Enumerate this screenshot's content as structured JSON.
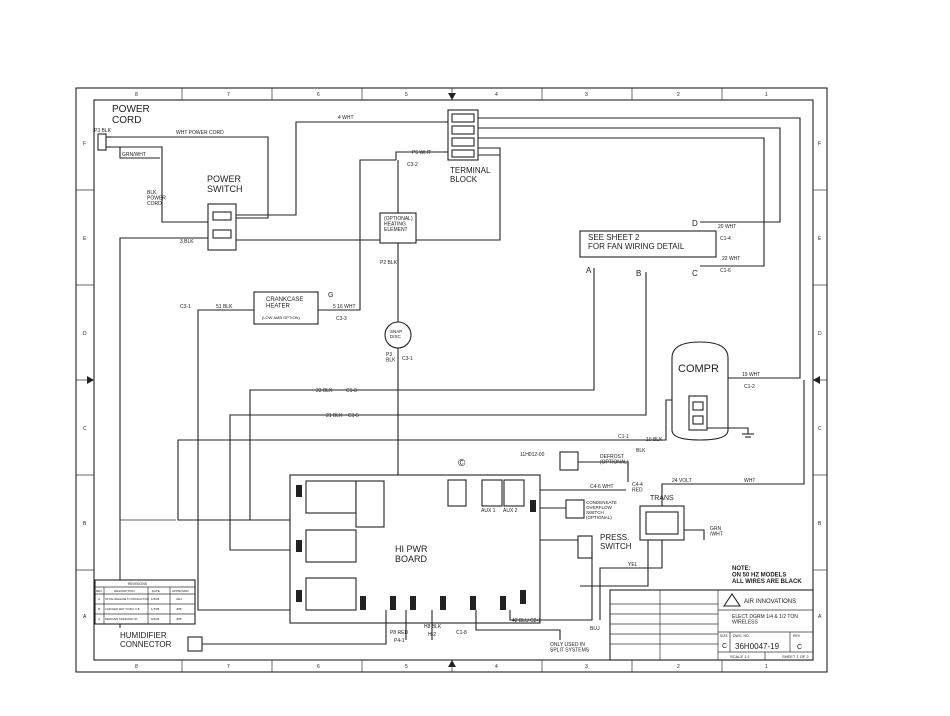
{
  "title_labels": {
    "power_cord": "POWER\nCORD",
    "power_switch": "POWER\nSWITCH",
    "terminal_block": "TERMINAL\nBLOCK",
    "crankcase_heater": "CRANKCASE\nHEATER",
    "crankcase_heater_sub": "(LOW AMB OPTION)",
    "heating_element": "(OPTIONAL)\nHEATING\nELEMENT",
    "snap_disc": "SNAP\nDISC",
    "see_sheet": "SEE SHEET 2\nFOR FAN WIRING DETAIL",
    "compr": "COMPR",
    "hi_pwr_board": "HI PWR\nBOARD",
    "trans": "TRANS",
    "press_switch": "PRESS.\nSWITCH",
    "condensate_switch": "CONDENSATE\nOVERFLOW\nSWITCH\n(OPTIONAL)",
    "defrost": "DEFROST\n(OPTIONAL)",
    "humidifier": "HUMIDIFIER\nCONNECTOR",
    "note": "NOTE:\nON 50 HZ MODELS\nALL WIRES ARE BLACK",
    "only_used": "ONLY USED IN\nSPLIT SYSTEMS",
    "part_11h": "11H012-00",
    "copyright": "©"
  },
  "wire_labels": {
    "p3_blk": "P3 BLK",
    "wht_power_cord": "WHT POWER CORD",
    "grn_wht": "GRN/WHT",
    "blk_power_cord": "BLK\nPOWER\nCORD",
    "three_blk": "3 BLK",
    "four_wht": "4 WHT",
    "p5_wht": "P5 WHT",
    "c3_2": "C3-2",
    "p2_blk": "P2 BLK",
    "c3_3": "C3-3",
    "fiftyone_blk": "51 BLK",
    "fivesixteen_wht": "5 16 WHT",
    "c3_1a": "C3-1",
    "p3_blk_b": "P3\nBLK",
    "c3_1b": "C3-1",
    "twentythree_blk": "23 BLK",
    "c1_3": "C1-3",
    "twentyone_blk": "21 BLK",
    "c1_5": "C1-5",
    "c1_1": "C1-1",
    "ten_blk": "10 BLK",
    "twenty_wht": "20 WHT",
    "c1_4": "C1-4",
    "twentytwo_wht": "22 WHT",
    "c1_6": "C1-6",
    "nineteen_wht": "19 WHT",
    "c1_2": "C1-2",
    "c4_6_wht": "C4-6 WHT",
    "c4_4_red": "C4-4\nRED",
    "blk": "BLK",
    "twentyfour_volt": "24 VOLT",
    "wht": "WHT",
    "grn_wht_b": "GRN\n/WHT",
    "yel": "YEL",
    "blu": "BLU",
    "p8_red": "P8 RED",
    "p4_1": "P4-1",
    "h8_blk": "H8 BLK",
    "h_2": "H-2",
    "c1_8": "C1-8",
    "forty_two_blu": "42 BLU C2-1",
    "d": "D",
    "a": "A",
    "b": "B",
    "c": "C",
    "g": "G"
  },
  "border_numbers": {
    "top": [
      "8",
      "7",
      "6",
      "5",
      "4",
      "3",
      "2",
      "1"
    ],
    "bottom": [
      "8",
      "7",
      "6",
      "5",
      "4",
      "3",
      "2",
      "1"
    ],
    "left": [
      "F",
      "E",
      "D",
      "C",
      "B",
      "A"
    ],
    "right": [
      "F",
      "E",
      "D",
      "C",
      "B",
      "A"
    ]
  },
  "revisions": {
    "header": "REVISIONS",
    "columns": [
      "REV",
      "DESCRIPTION",
      "DATE",
      "APPROVED"
    ],
    "rows": [
      [
        "A",
        "INITIAL RELEASE TO PRODUCTION",
        "1/5/04",
        "CEJ"
      ],
      [
        "B",
        "CHANGED WHT TO BLK C.B.",
        "1/7/05",
        "JPB"
      ],
      [
        "C",
        "REMOVED STANDARD OP",
        "6/4/06",
        "JPB"
      ]
    ]
  },
  "title_block": {
    "company": "AIR INNOVATIONS",
    "title": "ELECT DGRM 1/4 & 1/2 TON\nWIRELESS",
    "size_label": "SIZE",
    "size": "C",
    "dwg_label": "DWG. NO.",
    "dwg_no": "36H0047-19",
    "rev_label": "REV",
    "rev": "C",
    "scale": "SCALE 1:1",
    "sheet": "SHEET 1 OF 2"
  },
  "board_terms": {
    "aux1": "AUX 1",
    "aux2": "AUX 2"
  }
}
